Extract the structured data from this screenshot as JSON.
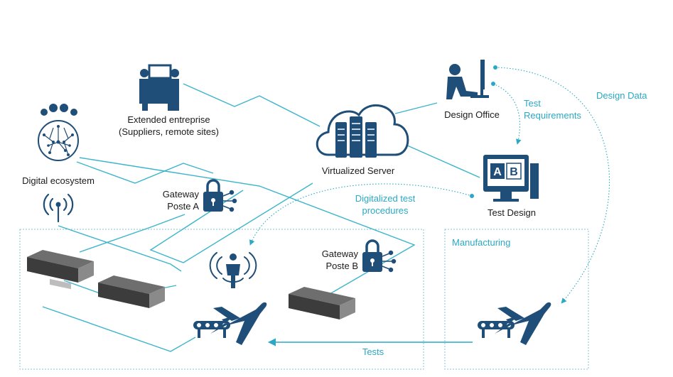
{
  "labels": {
    "extended_line1": "Extended entreprise",
    "extended_line2": "(Suppliers, remote sites)",
    "digital_ecosystem": "Digital ecosystem",
    "virtualized_server": "Virtualized Server",
    "design_office": "Design Office",
    "test_requirements_line1": "Test",
    "test_requirements_line2": "Requirements",
    "design_data": "Design Data",
    "test_design": "Test Design",
    "digitalized_line1": "Digitalized test",
    "digitalized_line2": "procedures",
    "gateway_a_line1": "Gateway",
    "gateway_a_line2": "Poste A",
    "gateway_b_line1": "Gateway",
    "gateway_b_line2": "Poste B",
    "manufacturing": "Manufacturing",
    "tests": "Tests",
    "screen_a": "A",
    "screen_b": "B"
  },
  "colors": {
    "navy": "#1f4e79",
    "teal": "#29a9c5",
    "text": "#1b1b1b"
  }
}
